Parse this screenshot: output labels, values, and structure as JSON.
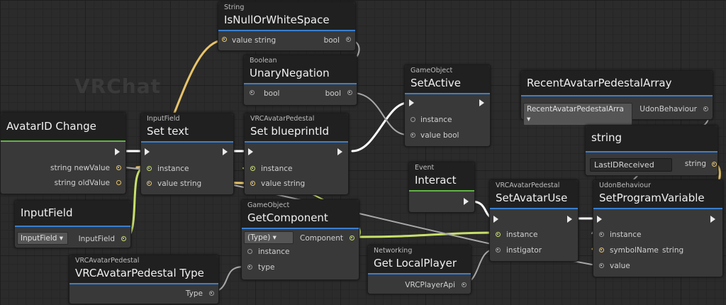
{
  "watermark": "VRChat",
  "colors": {
    "flow_wire": "#ffffff",
    "string_wire": "#e8c46a",
    "object_wire": "#c8e06a",
    "generic_wire": "#b0b0b0",
    "header_bar_event": "#62b347",
    "header_bar_method": "#3a7fd0"
  },
  "nodes": {
    "is_null": {
      "category": "String",
      "title": "IsNullOrWhiteSpace",
      "in_value": "value string",
      "out_bool": "bool"
    },
    "unary": {
      "category": "Boolean",
      "title": "UnaryNegation",
      "in_bool": "bool",
      "out_bool": "bool"
    },
    "set_active": {
      "category": "GameObject",
      "title": "SetActive",
      "in_instance": "instance",
      "in_value": "value bool"
    },
    "recent_array": {
      "title": "RecentAvatarPedestalArray",
      "selected": "RecentAvatarPedestalArra",
      "out": "UdonBehaviour"
    },
    "avatar_change": {
      "title": "AvatarID Change",
      "out_new": "string newValue",
      "out_old": "string oldValue"
    },
    "set_text": {
      "category": "InputField",
      "title": "Set text",
      "in_instance": "instance",
      "in_value": "value string"
    },
    "set_blueprint": {
      "category": "VRCAvatarPedestal",
      "title": "Set blueprintId",
      "in_instance": "instance",
      "in_value": "value string"
    },
    "string_var": {
      "title": "string",
      "field_value": "LastIDReceived",
      "out": "string"
    },
    "interact": {
      "category": "Event",
      "title": "Interact"
    },
    "set_avatar_use": {
      "category": "VRCAvatarPedestal",
      "title": "SetAvatarUse",
      "in_instance": "instance",
      "in_instigator": "instigator"
    },
    "set_program_var": {
      "category": "UdonBehaviour",
      "title": "SetProgramVariable",
      "in_instance": "instance",
      "in_symbol": "symbolName",
      "in_symbol_type": "string",
      "in_value": "value"
    },
    "input_field": {
      "title": "InputField",
      "selected": "InputField",
      "out": "InputField"
    },
    "get_component": {
      "category": "GameObject",
      "title": "GetComponent",
      "selected": "(Type)",
      "out": "Component",
      "in_instance": "instance",
      "in_type": "type"
    },
    "get_local_player": {
      "category": "Networking",
      "title": "Get LocalPlayer",
      "out": "VRCPlayerApi"
    },
    "pedestal_type": {
      "category": "VRCAvatarPedestal",
      "title": "VRCAvatarPedestal Type",
      "out": "Type"
    }
  }
}
